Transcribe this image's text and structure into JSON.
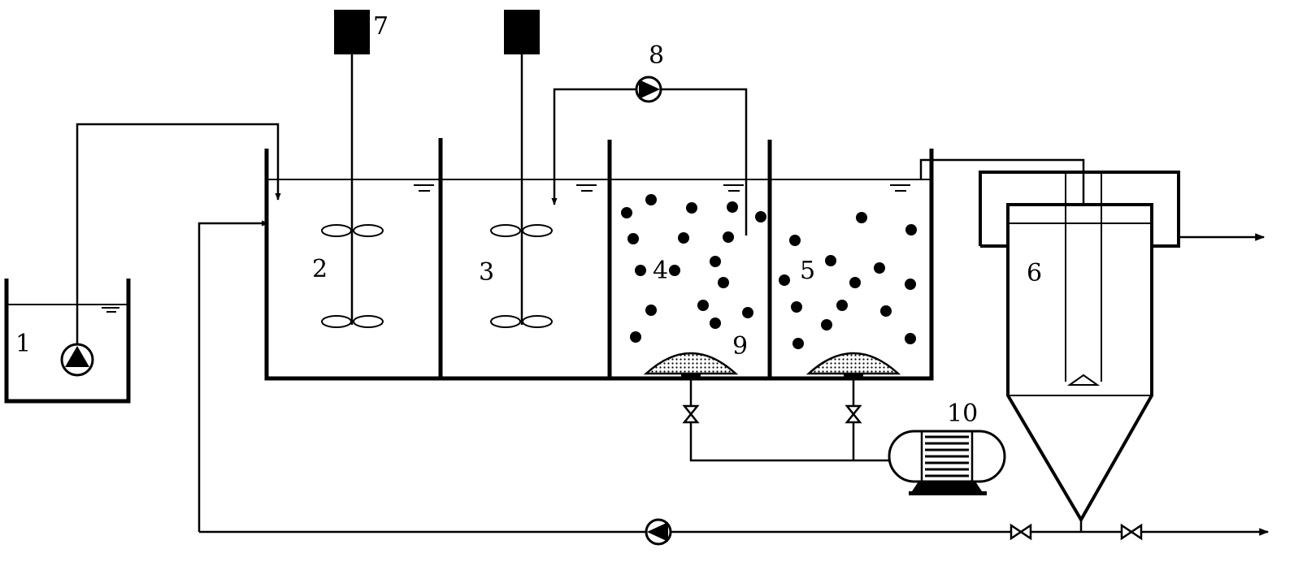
{
  "labels": {
    "influent_tank": "1",
    "reactor_2": "2",
    "reactor_3": "3",
    "reactor_4": "4",
    "reactor_5": "5",
    "settler": "6",
    "stirrer_motor": "7",
    "recycle_pump": "8",
    "aerator": "9",
    "air_blower": "10"
  }
}
